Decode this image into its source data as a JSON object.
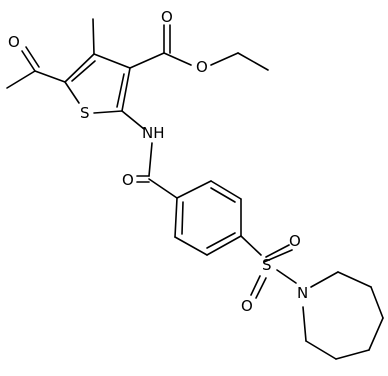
{
  "diagram": {
    "atoms": {
      "acetyl_oxygen": "O",
      "ester_carbonyl_oxygen": "O",
      "ester_ether_oxygen": "O",
      "thiophene_sulfur": "S",
      "amide_nitrogen": "NH",
      "amide_oxygen": "O",
      "sulfonyl_sulfur": "S",
      "sulfonyl_oxygen_top": "O",
      "sulfonyl_oxygen_bottom": "O",
      "azepane_nitrogen": "N"
    }
  }
}
